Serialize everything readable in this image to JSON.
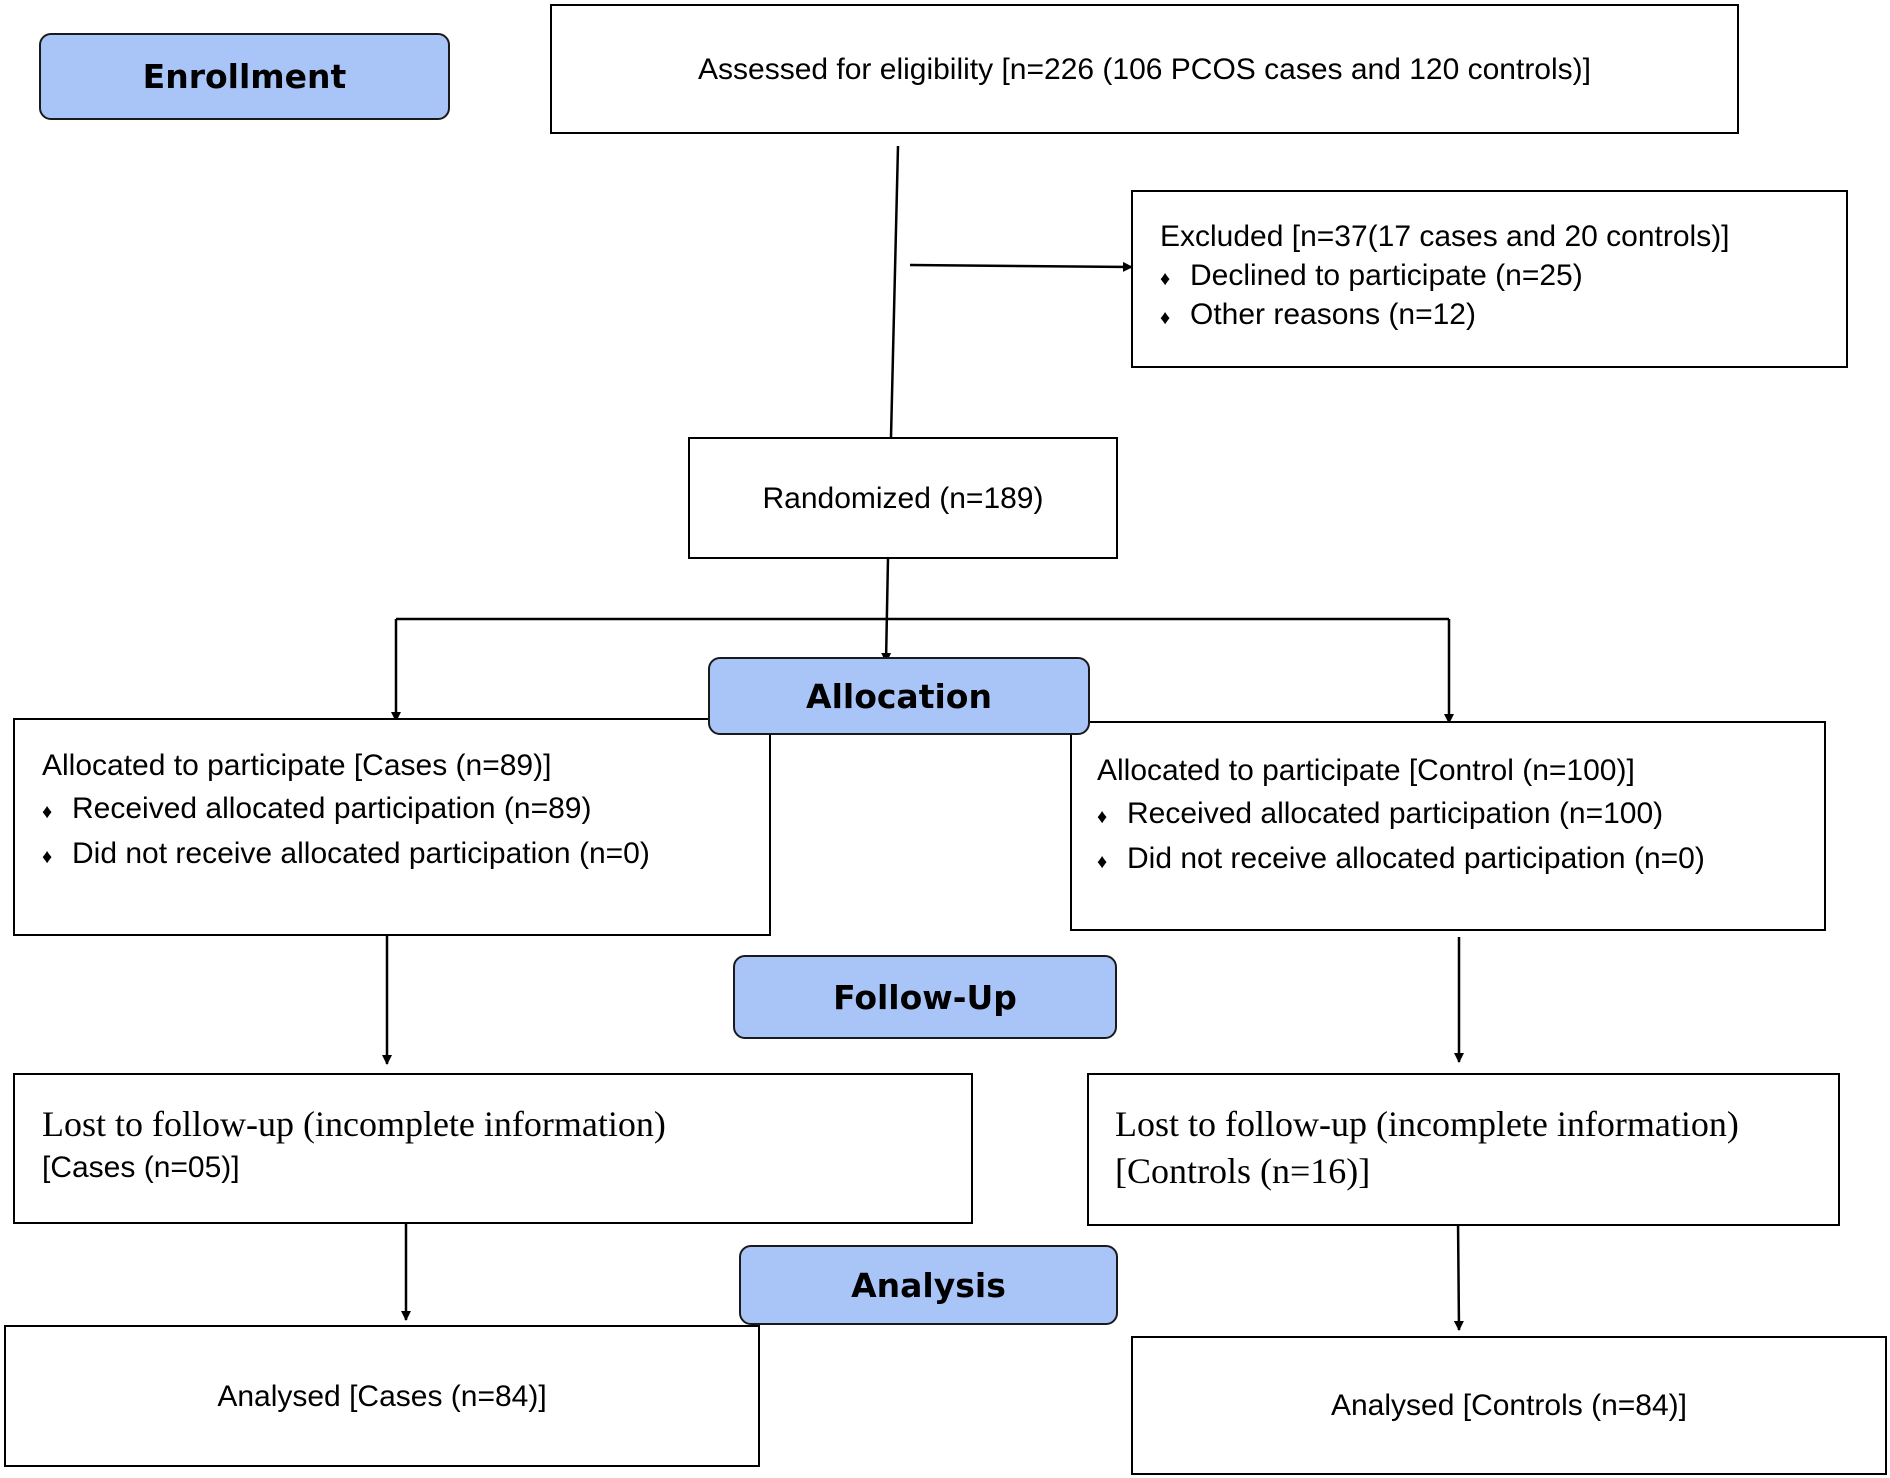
{
  "stages": {
    "enrollment": "Enrollment",
    "allocation": "Allocation",
    "follow_up": "Follow-Up",
    "analysis": "Analysis"
  },
  "assessed": "Assessed for eligibility [n=226 (106 PCOS cases and 120 controls)]",
  "excluded": {
    "title": "Excluded [n=37(17 cases and 20 controls)]",
    "bullets": [
      "Declined to participate (n=25)",
      "Other reasons (n=12)"
    ]
  },
  "randomized": "Randomized (n=189)",
  "allocated_cases": {
    "title": "Allocated to participate [Cases (n=89)]",
    "bullets": [
      "Received allocated participation (n=89)",
      "Did not receive allocated participation  (n=0)"
    ]
  },
  "allocated_controls": {
    "title": "Allocated to participate [Control (n=100)]",
    "bullets": [
      "Received allocated participation (n=100)",
      "Did not receive allocated participation (n=0)"
    ]
  },
  "lost_cases": {
    "line1": "Lost to follow-up (incomplete information)",
    "line2": "[Cases (n=05)]"
  },
  "lost_controls": {
    "line1": "Lost to follow-up (incomplete information)",
    "line2": "[Controls (n=16)]"
  },
  "analysed_cases": "Analysed [Cases (n=84)]",
  "analysed_controls": "Analysed [Controls (n=84)]",
  "bullet_glyph": "♦",
  "colors": {
    "stage_fill": "#a9c5f8",
    "line": "#000000"
  }
}
